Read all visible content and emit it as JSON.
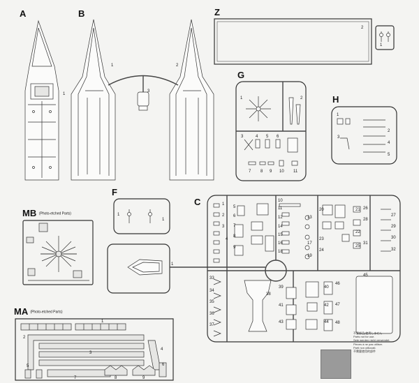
{
  "sprue_labels": {
    "a": "A",
    "b": "B",
    "z": "Z",
    "g": "G",
    "h": "H",
    "f": "F",
    "c": "C",
    "mb": "MB",
    "ma": "MA"
  },
  "photo_etched": "(Photo-etched Parts)",
  "part_numbers": {
    "a1": "1",
    "b1": "1",
    "b2": "2",
    "b3": "3",
    "z2": "2",
    "z1": "1",
    "g1": "1",
    "g2": "2",
    "g3": "3",
    "g4": "4",
    "g5": "5",
    "g6": "6",
    "g7": "7",
    "g8": "8",
    "g9": "9",
    "g10": "10",
    "g11": "11",
    "h1": "1",
    "h2": "2",
    "h3": "3",
    "h4": "4",
    "h5": "5",
    "f1": "1",
    "f2": "1",
    "f3": "1",
    "c1": "1",
    "c2": "2",
    "c3": "3",
    "c4": "4",
    "c5": "5",
    "c6": "6",
    "c7": "7",
    "c8": "8",
    "c9": "9",
    "c10": "10",
    "c11": "11",
    "c12": "12",
    "c13": "13",
    "c14": "14",
    "c15": "15",
    "c16": "16",
    "c17": "17",
    "c18": "18",
    "c19": "19",
    "c20": "20",
    "c21": "21",
    "c22": "22",
    "c23": "23",
    "c24": "24",
    "c25": "25",
    "c26": "26",
    "c27": "27",
    "c28": "28",
    "c29": "29",
    "c30": "30",
    "c31": "31",
    "c32": "32",
    "c33": "33",
    "c34": "34",
    "c35": "35",
    "c36": "36",
    "c37": "37",
    "c38": "38",
    "c39": "39",
    "c40": "40",
    "c41": "41",
    "c42": "42",
    "c43": "43",
    "c44": "44",
    "c45": "45",
    "c46": "46",
    "c47": "47",
    "c48": "48",
    "ma1": "1",
    "ma2": "2",
    "ma3": "3",
    "ma4": "4",
    "ma5": "5",
    "ma6": "6",
    "ma7": "7",
    "ma8": "8",
    "ma9": "9"
  },
  "notice": {
    "line1": "不要部品(使用しません",
    "line2": "Parts not for use.",
    "line3": "Sele werden nicht verwendet.",
    "line4": "Pieces à ne pas utiliser.",
    "line5": "Parti non utilizzati.",
    "line6": "不需要使用的部件"
  }
}
